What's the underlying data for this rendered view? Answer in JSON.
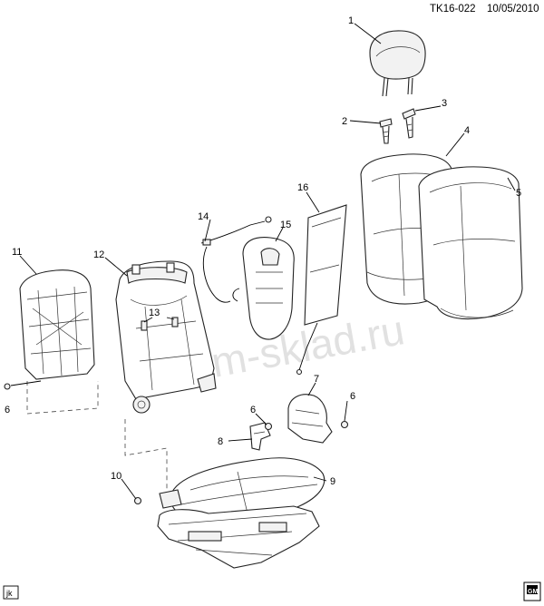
{
  "diagram": {
    "reference_code": "TK16-022",
    "date": "10/05/2010",
    "watermark": "gm-sklad.ru",
    "corner_tag": "jk",
    "logo_text": "GM",
    "callouts": [
      {
        "id": "c1",
        "label": "1"
      },
      {
        "id": "c2",
        "label": "2"
      },
      {
        "id": "c3",
        "label": "3"
      },
      {
        "id": "c4",
        "label": "4"
      },
      {
        "id": "c5",
        "label": "5"
      },
      {
        "id": "c6a",
        "label": "6"
      },
      {
        "id": "c6b",
        "label": "6"
      },
      {
        "id": "c6c",
        "label": "6"
      },
      {
        "id": "c7",
        "label": "7"
      },
      {
        "id": "c8",
        "label": "8"
      },
      {
        "id": "c9",
        "label": "9"
      },
      {
        "id": "c10",
        "label": "10"
      },
      {
        "id": "c11",
        "label": "11"
      },
      {
        "id": "c12",
        "label": "12"
      },
      {
        "id": "c13",
        "label": "13"
      },
      {
        "id": "c14",
        "label": "14"
      },
      {
        "id": "c15",
        "label": "15"
      },
      {
        "id": "c16",
        "label": "16"
      }
    ]
  }
}
